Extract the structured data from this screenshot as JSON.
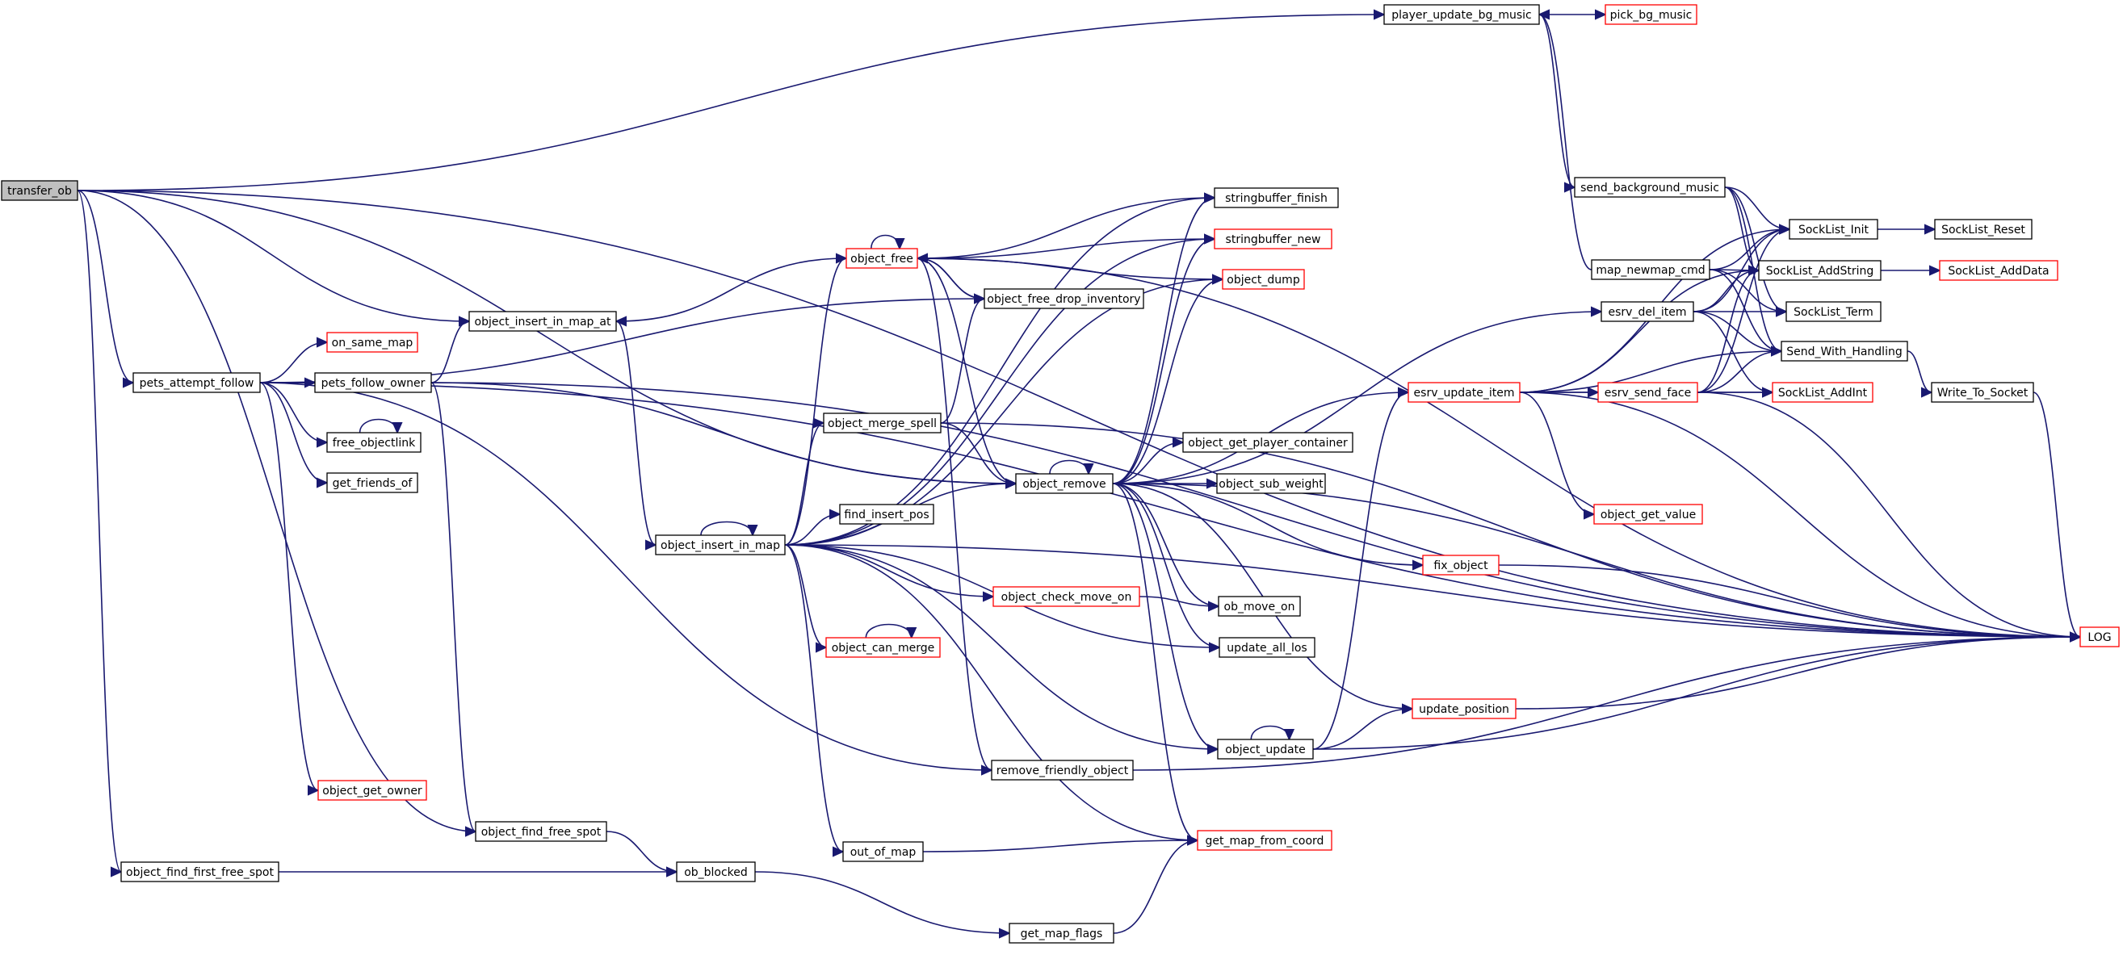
{
  "colors": {
    "edge": "#191970",
    "node_border": "#000000",
    "truncated_border": "#ff0000",
    "focus_fill": "#bfbfbf"
  },
  "nodes": [
    {
      "id": "transfer_ob",
      "label": "transfer_ob",
      "kind": "focus"
    },
    {
      "id": "player_update_bg_music",
      "label": "player_update_bg_music",
      "kind": "normal"
    },
    {
      "id": "pick_bg_music",
      "label": "pick_bg_music",
      "kind": "truncated"
    },
    {
      "id": "LOG",
      "label": "LOG",
      "kind": "truncated"
    },
    {
      "id": "send_background_music",
      "label": "send_background_music",
      "kind": "normal"
    },
    {
      "id": "SockList_Init",
      "label": "SockList_Init",
      "kind": "normal"
    },
    {
      "id": "SockList_Reset",
      "label": "SockList_Reset",
      "kind": "normal"
    },
    {
      "id": "stringbuffer_finish",
      "label": "stringbuffer_finish",
      "kind": "normal"
    },
    {
      "id": "object_free",
      "label": "object_free",
      "kind": "truncated"
    },
    {
      "id": "stringbuffer_new",
      "label": "stringbuffer_new",
      "kind": "truncated"
    },
    {
      "id": "map_newmap_cmd",
      "label": "map_newmap_cmd",
      "kind": "normal"
    },
    {
      "id": "SockList_AddString",
      "label": "SockList_AddString",
      "kind": "normal"
    },
    {
      "id": "SockList_AddData",
      "label": "SockList_AddData",
      "kind": "truncated"
    },
    {
      "id": "object_dump",
      "label": "object_dump",
      "kind": "truncated"
    },
    {
      "id": "object_free_drop_inventory",
      "label": "object_free_drop_inventory",
      "kind": "normal"
    },
    {
      "id": "esrv_del_item",
      "label": "esrv_del_item",
      "kind": "normal"
    },
    {
      "id": "SockList_Term",
      "label": "SockList_Term",
      "kind": "normal"
    },
    {
      "id": "object_insert_in_map_at",
      "label": "object_insert_in_map_at",
      "kind": "normal"
    },
    {
      "id": "on_same_map",
      "label": "on_same_map",
      "kind": "truncated"
    },
    {
      "id": "Send_With_Handling",
      "label": "Send_With_Handling",
      "kind": "normal"
    },
    {
      "id": "pets_attempt_follow",
      "label": "pets_attempt_follow",
      "kind": "normal"
    },
    {
      "id": "pets_follow_owner",
      "label": "pets_follow_owner",
      "kind": "normal"
    },
    {
      "id": "esrv_update_item",
      "label": "esrv_update_item",
      "kind": "truncated"
    },
    {
      "id": "esrv_send_face",
      "label": "esrv_send_face",
      "kind": "truncated"
    },
    {
      "id": "SockList_AddInt",
      "label": "SockList_AddInt",
      "kind": "truncated"
    },
    {
      "id": "Write_To_Socket",
      "label": "Write_To_Socket",
      "kind": "normal"
    },
    {
      "id": "object_merge_spell",
      "label": "object_merge_spell",
      "kind": "normal"
    },
    {
      "id": "object_get_player_container",
      "label": "object_get_player_container",
      "kind": "normal"
    },
    {
      "id": "free_objectlink",
      "label": "free_objectlink",
      "kind": "normal"
    },
    {
      "id": "get_friends_of",
      "label": "get_friends_of",
      "kind": "normal"
    },
    {
      "id": "object_remove",
      "label": "object_remove",
      "kind": "normal"
    },
    {
      "id": "object_sub_weight",
      "label": "object_sub_weight",
      "kind": "normal"
    },
    {
      "id": "find_insert_pos",
      "label": "find_insert_pos",
      "kind": "normal"
    },
    {
      "id": "object_get_value",
      "label": "object_get_value",
      "kind": "truncated"
    },
    {
      "id": "object_insert_in_map",
      "label": "object_insert_in_map",
      "kind": "normal"
    },
    {
      "id": "fix_object",
      "label": "fix_object",
      "kind": "truncated"
    },
    {
      "id": "object_check_move_on",
      "label": "object_check_move_on",
      "kind": "truncated"
    },
    {
      "id": "ob_move_on",
      "label": "ob_move_on",
      "kind": "normal"
    },
    {
      "id": "object_can_merge",
      "label": "object_can_merge",
      "kind": "truncated"
    },
    {
      "id": "update_all_los",
      "label": "update_all_los",
      "kind": "normal"
    },
    {
      "id": "update_position",
      "label": "update_position",
      "kind": "truncated"
    },
    {
      "id": "object_update",
      "label": "object_update",
      "kind": "normal"
    },
    {
      "id": "remove_friendly_object",
      "label": "remove_friendly_object",
      "kind": "normal"
    },
    {
      "id": "object_get_owner",
      "label": "object_get_owner",
      "kind": "truncated"
    },
    {
      "id": "object_find_free_spot",
      "label": "object_find_free_spot",
      "kind": "normal"
    },
    {
      "id": "out_of_map",
      "label": "out_of_map",
      "kind": "normal"
    },
    {
      "id": "get_map_from_coord",
      "label": "get_map_from_coord",
      "kind": "truncated"
    },
    {
      "id": "object_find_first_free_spot",
      "label": "object_find_first_free_spot",
      "kind": "normal"
    },
    {
      "id": "ob_blocked",
      "label": "ob_blocked",
      "kind": "normal"
    },
    {
      "id": "get_map_flags",
      "label": "get_map_flags",
      "kind": "normal"
    }
  ],
  "edges": [
    [
      "transfer_ob",
      "player_update_bg_music"
    ],
    [
      "transfer_ob",
      "LOG"
    ],
    [
      "transfer_ob",
      "object_insert_in_map_at"
    ],
    [
      "transfer_ob",
      "object_remove"
    ],
    [
      "transfer_ob",
      "pets_attempt_follow"
    ],
    [
      "transfer_ob",
      "object_find_free_spot"
    ],
    [
      "transfer_ob",
      "object_find_first_free_spot"
    ],
    [
      "player_update_bg_music",
      "pick_bg_music"
    ],
    [
      "player_update_bg_music",
      "send_background_music"
    ],
    [
      "send_background_music",
      "SockList_Init"
    ],
    [
      "send_background_music",
      "SockList_AddString"
    ],
    [
      "send_background_music",
      "SockList_Term"
    ],
    [
      "send_background_music",
      "Send_With_Handling"
    ],
    [
      "SockList_Init",
      "SockList_Reset"
    ],
    [
      "SockList_AddString",
      "SockList_AddData"
    ],
    [
      "map_newmap_cmd",
      "SockList_Init"
    ],
    [
      "map_newmap_cmd",
      "SockList_AddString"
    ],
    [
      "map_newmap_cmd",
      "SockList_Term"
    ],
    [
      "map_newmap_cmd",
      "Send_With_Handling"
    ],
    [
      "esrv_del_item",
      "SockList_Init"
    ],
    [
      "esrv_del_item",
      "SockList_AddString"
    ],
    [
      "esrv_del_item",
      "SockList_Term"
    ],
    [
      "esrv_del_item",
      "SockList_AddInt"
    ],
    [
      "esrv_del_item",
      "Send_With_Handling"
    ],
    [
      "Send_With_Handling",
      "Write_To_Socket"
    ],
    [
      "Write_To_Socket",
      "LOG"
    ],
    [
      "esrv_update_item",
      "SockList_Init"
    ],
    [
      "esrv_update_item",
      "SockList_AddString"
    ],
    [
      "esrv_update_item",
      "esrv_send_face"
    ],
    [
      "esrv_update_item",
      "SockList_AddInt"
    ],
    [
      "esrv_update_item",
      "Send_With_Handling"
    ],
    [
      "esrv_update_item",
      "object_get_value"
    ],
    [
      "esrv_update_item",
      "LOG"
    ],
    [
      "esrv_send_face",
      "SockList_Init"
    ],
    [
      "esrv_send_face",
      "SockList_AddString"
    ],
    [
      "esrv_send_face",
      "SockList_AddInt"
    ],
    [
      "esrv_send_face",
      "Send_With_Handling"
    ],
    [
      "esrv_send_face",
      "LOG"
    ],
    [
      "pets_attempt_follow",
      "LOG"
    ],
    [
      "pets_attempt_follow",
      "object_free_drop_inventory"
    ],
    [
      "pets_attempt_follow",
      "on_same_map"
    ],
    [
      "pets_attempt_follow",
      "pets_follow_owner"
    ],
    [
      "pets_attempt_follow",
      "free_objectlink"
    ],
    [
      "pets_attempt_follow",
      "get_friends_of"
    ],
    [
      "pets_attempt_follow",
      "remove_friendly_object"
    ],
    [
      "pets_attempt_follow",
      "object_get_owner"
    ],
    [
      "pets_follow_owner",
      "object_insert_in_map_at"
    ],
    [
      "pets_follow_owner",
      "object_remove"
    ],
    [
      "pets_follow_owner",
      "object_find_free_spot"
    ],
    [
      "pets_follow_owner",
      "LOG"
    ],
    [
      "free_objectlink",
      "free_objectlink"
    ],
    [
      "object_insert_in_map_at",
      "object_insert_in_map"
    ],
    [
      "object_free",
      "object_insert_in_map_at"
    ],
    [
      "object_free",
      "stringbuffer_finish"
    ],
    [
      "object_free",
      "stringbuffer_new"
    ],
    [
      "object_free",
      "object_free_drop_inventory"
    ],
    [
      "object_free",
      "object_dump"
    ],
    [
      "object_free",
      "object_remove"
    ],
    [
      "object_free",
      "LOG"
    ],
    [
      "object_free",
      "remove_friendly_object"
    ],
    [
      "object_free",
      "object_free"
    ],
    [
      "object_free_drop_inventory",
      "object_free"
    ],
    [
      "object_insert_in_map",
      "object_insert_in_map"
    ],
    [
      "object_insert_in_map",
      "stringbuffer_finish"
    ],
    [
      "object_insert_in_map",
      "object_free"
    ],
    [
      "object_insert_in_map",
      "stringbuffer_new"
    ],
    [
      "object_insert_in_map",
      "object_dump"
    ],
    [
      "object_insert_in_map",
      "object_merge_spell"
    ],
    [
      "object_insert_in_map",
      "object_remove"
    ],
    [
      "object_insert_in_map",
      "find_insert_pos"
    ],
    [
      "object_insert_in_map",
      "object_check_move_on"
    ],
    [
      "object_insert_in_map",
      "object_can_merge"
    ],
    [
      "object_insert_in_map",
      "update_all_los"
    ],
    [
      "object_insert_in_map",
      "object_update"
    ],
    [
      "object_insert_in_map",
      "get_map_from_coord"
    ],
    [
      "object_insert_in_map",
      "out_of_map"
    ],
    [
      "object_insert_in_map",
      "LOG"
    ],
    [
      "object_merge_spell",
      "object_free_drop_inventory"
    ],
    [
      "object_merge_spell",
      "object_remove"
    ],
    [
      "object_merge_spell",
      "LOG"
    ],
    [
      "object_remove",
      "object_remove"
    ],
    [
      "object_remove",
      "stringbuffer_finish"
    ],
    [
      "object_remove",
      "stringbuffer_new"
    ],
    [
      "object_remove",
      "object_dump"
    ],
    [
      "object_remove",
      "esrv_del_item"
    ],
    [
      "object_remove",
      "esrv_update_item"
    ],
    [
      "object_remove",
      "LOG"
    ],
    [
      "object_remove",
      "object_get_player_container"
    ],
    [
      "object_remove",
      "object_sub_weight"
    ],
    [
      "object_remove",
      "fix_object"
    ],
    [
      "object_remove",
      "ob_move_on"
    ],
    [
      "object_remove",
      "update_all_los"
    ],
    [
      "object_remove",
      "update_position"
    ],
    [
      "object_remove",
      "object_update"
    ],
    [
      "object_remove",
      "get_map_from_coord"
    ],
    [
      "object_check_move_on",
      "ob_move_on"
    ],
    [
      "object_can_merge",
      "object_can_merge"
    ],
    [
      "fix_object",
      "LOG"
    ],
    [
      "object_update",
      "object_update"
    ],
    [
      "object_update",
      "esrv_update_item"
    ],
    [
      "object_update",
      "update_position"
    ],
    [
      "object_update",
      "LOG"
    ],
    [
      "update_position",
      "LOG"
    ],
    [
      "remove_friendly_object",
      "LOG"
    ],
    [
      "object_find_free_spot",
      "ob_blocked"
    ],
    [
      "object_find_first_free_spot",
      "ob_blocked"
    ],
    [
      "out_of_map",
      "get_map_from_coord"
    ],
    [
      "ob_blocked",
      "get_map_flags"
    ],
    [
      "get_map_flags",
      "get_map_from_coord"
    ],
    [
      "map_newmap_cmd",
      "player_update_bg_music"
    ]
  ]
}
